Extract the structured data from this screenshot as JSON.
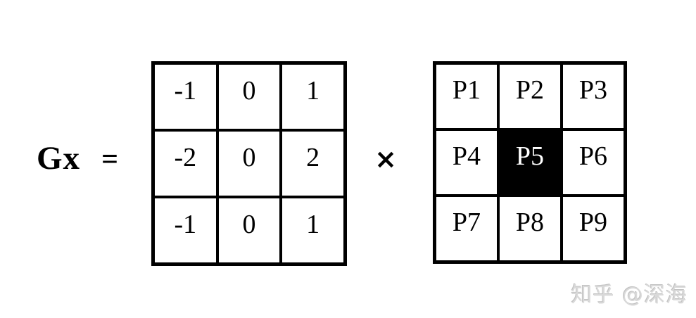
{
  "figure": {
    "lhs_label": "Gx",
    "equals_sign": "=",
    "multiply_sign": "×",
    "watermark": "知乎 @深海"
  },
  "kernel_matrix": {
    "cells": [
      "-1",
      "0",
      "1",
      "-2",
      "0",
      "2",
      "-1",
      "0",
      "1"
    ]
  },
  "pixel_matrix": {
    "cells": [
      "P1",
      "P2",
      "P3",
      "P4",
      "P5",
      "P6",
      "P7",
      "P8",
      "P9"
    ],
    "highlight_index": 4
  },
  "colors": {
    "background": "#ffffff",
    "line": "#000000",
    "highlight_cell_bg": "#000000",
    "highlight_cell_text": "#ffffff",
    "watermark_text": "#d9d9d9"
  }
}
